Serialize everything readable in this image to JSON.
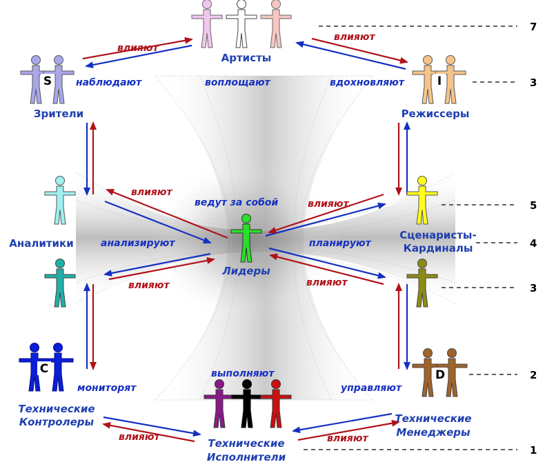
{
  "colors": {
    "blue": "#1530c0",
    "red": "#b0121a",
    "label": "#1f3fb0"
  },
  "nodes": {
    "artists": "Артисты",
    "viewers": "Зрители",
    "directors": "Режиссеры",
    "analysts": "Аналитики",
    "cardinals_line1": "Сценаристы-",
    "cardinals_line2": "Кардиналы",
    "leaders": "Лидеры",
    "tech_controllers_line1": "Технические",
    "tech_controllers_line2": "Контролеры",
    "tech_executors_line1": "Технические",
    "tech_executors_line2": "Исполнители",
    "tech_managers_line1": "Технические",
    "tech_managers_line2": "Менеджеры"
  },
  "letters": {
    "viewers": "S",
    "directors": "I",
    "controllers": "C",
    "managers": "D"
  },
  "verbs": {
    "influence": "влияют",
    "observe": "наблюдают",
    "embody": "воплощают",
    "inspire": "вдохновляют",
    "lead": "ведут за собой",
    "analyze": "анализируют",
    "plan": "планируют",
    "monitor": "мониторят",
    "execute": "выполняют",
    "manage": "управляют"
  },
  "levels": [
    "7",
    "3",
    "5",
    "4",
    "3",
    "2",
    "1"
  ],
  "figure_colors": {
    "artists": [
      "#f2c6ee",
      "#ffffff",
      "#f5c7c0"
    ],
    "viewers": [
      "#a9a7e8",
      "#a9a7e8"
    ],
    "directors": [
      "#f6c48a",
      "#f6c48a"
    ],
    "analyst_top": "#9ff0ee",
    "analyst_bottom": "#20b0a8",
    "cardinal_top": "#ffff1a",
    "cardinal_bottom": "#8c8c14",
    "leader": "#2adf2a",
    "controllers": [
      "#0a1ed8",
      "#0a1ed8"
    ],
    "executors": [
      "#8a1a8a",
      "#000000",
      "#cc1010"
    ],
    "managers": [
      "#a0642a",
      "#a0642a"
    ]
  }
}
